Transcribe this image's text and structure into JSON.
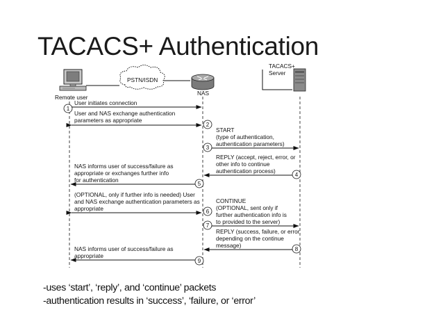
{
  "slide": {
    "title": "TACACS+ Authentication",
    "bullets": [
      "-uses ‘start’, ‘reply’, and ‘continue’ packets",
      "-authentication results in ‘success’, ‘failure, or ‘error’"
    ]
  },
  "diagram": {
    "nodes": {
      "remote_user": "Remote user",
      "cloud": "PSTN/ISDN",
      "nas": "NAS",
      "server": [
        "TACACS+",
        "Server"
      ]
    },
    "steps": [
      {
        "num": "1",
        "lines": [
          "User initiates connection"
        ]
      },
      {
        "num": "2",
        "lines": [
          "User and NAS exchange authentication",
          "parameters as appropriate"
        ]
      },
      {
        "num": "3",
        "lines": [
          "START",
          "(type of authentication,",
          "authentication parameters)"
        ]
      },
      {
        "num": "4",
        "lines": [
          "REPLY (accept, reject, error, or",
          "other info to continue",
          "authentication process)"
        ]
      },
      {
        "num": "5",
        "lines": [
          "NAS informs user of success/failure as",
          "appropriate or exchanges further info",
          "for authentication"
        ]
      },
      {
        "num": "6",
        "lines": [
          "(OPTIONAL, only if further info is needed) User",
          "and NAS exchange authentication parameters as",
          "appropriate"
        ]
      },
      {
        "num": "7",
        "lines": [
          "CONTINUE",
          "(OPTIONAL, sent only if",
          "further authentication info is",
          "to provided to the server)"
        ]
      },
      {
        "num": "8",
        "lines": [
          "REPLY (success, failure, or error",
          "depending on the continue",
          "message)"
        ]
      },
      {
        "num": "9",
        "lines": [
          "NAS informs user of success/failure as",
          "appropriate"
        ]
      }
    ]
  }
}
